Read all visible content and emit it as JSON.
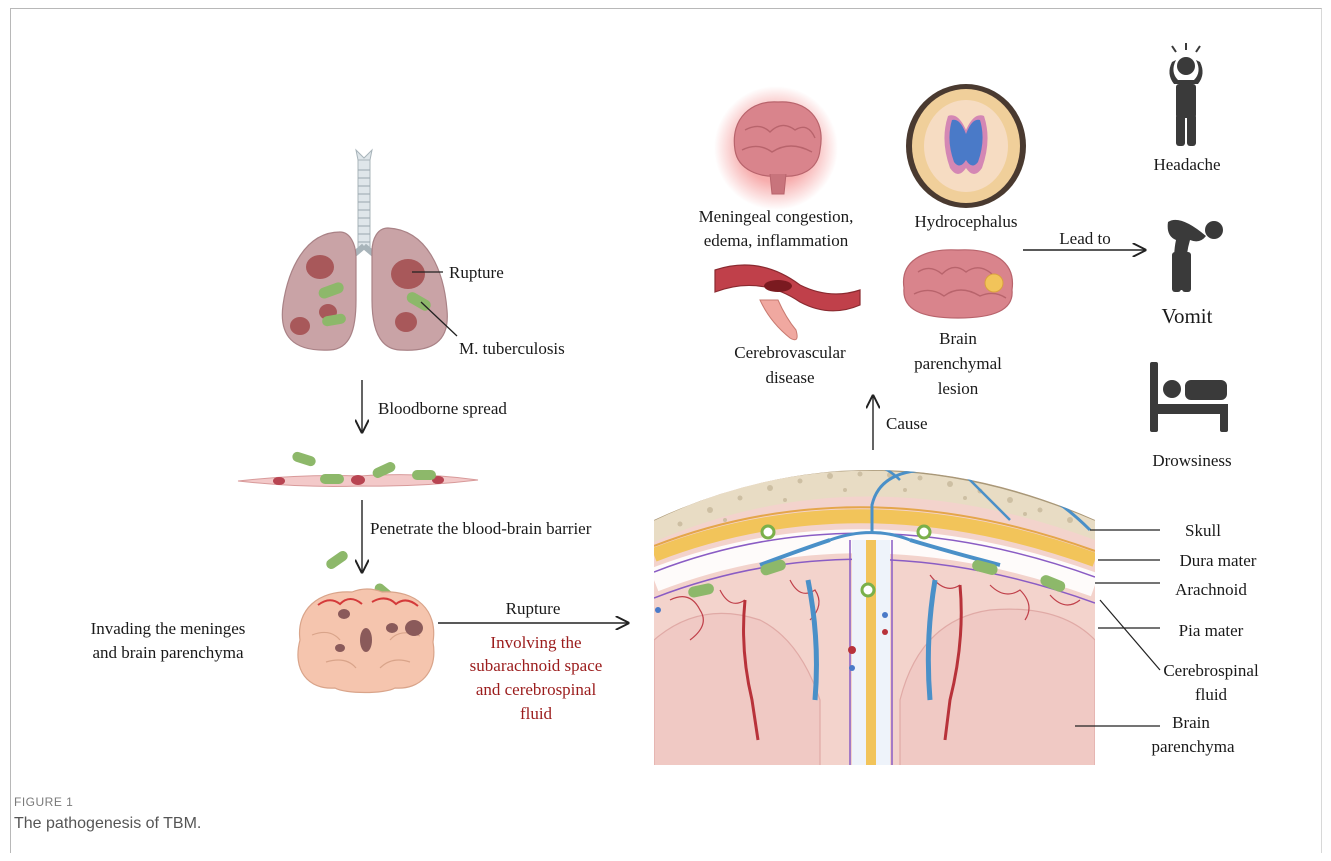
{
  "caption": {
    "label": "FIGURE 1",
    "text": "The pathogenesis of TBM."
  },
  "lung": {
    "rupture": "Rupture",
    "bacteria": "M. tuberculosis"
  },
  "flow": {
    "bloodborne": "Bloodborne spread",
    "penetrate": "Penetrate the blood-brain barrier",
    "invading_1": "Invading the meninges",
    "invading_2": "and brain parenchyma",
    "rupture": "Rupture",
    "involving_1": "Involving the",
    "involving_2": "subarachnoid space",
    "involving_3": "and cerebrospinal",
    "involving_4": "fluid",
    "cause": "Cause",
    "lead_to": "Lead to"
  },
  "outcomes": {
    "meningeal_1": "Meningeal congestion,",
    "meningeal_2": "edema, inflammation",
    "hydrocephalus": "Hydrocephalus",
    "cerebro_1": "Cerebrovascular",
    "cerebro_2": "disease",
    "lesion_1": "Brain",
    "lesion_2": "parenchymal",
    "lesion_3": "lesion"
  },
  "symptoms": {
    "headache": "Headache",
    "vomit": "Vomit",
    "drowsiness": "Drowsiness"
  },
  "layers": {
    "skull": "Skull",
    "dura": "Dura mater",
    "arachnoid": "Arachnoid",
    "pia": "Pia mater",
    "csf_1": "Cerebrospinal",
    "csf_2": "fluid",
    "brain_1": "Brain",
    "brain_2": "parenchyma"
  },
  "colors": {
    "lung": "#c9a3a6",
    "lesion": "#a8585a",
    "bacteria": "#8db86a",
    "brain": "#d9848c",
    "skull": "#e8dcc4",
    "dura": "#f2c45a",
    "vein": "#4a90c8",
    "artery": "#b8323a",
    "icon": "#3a3a3a",
    "red_text": "#9b1c1c"
  }
}
